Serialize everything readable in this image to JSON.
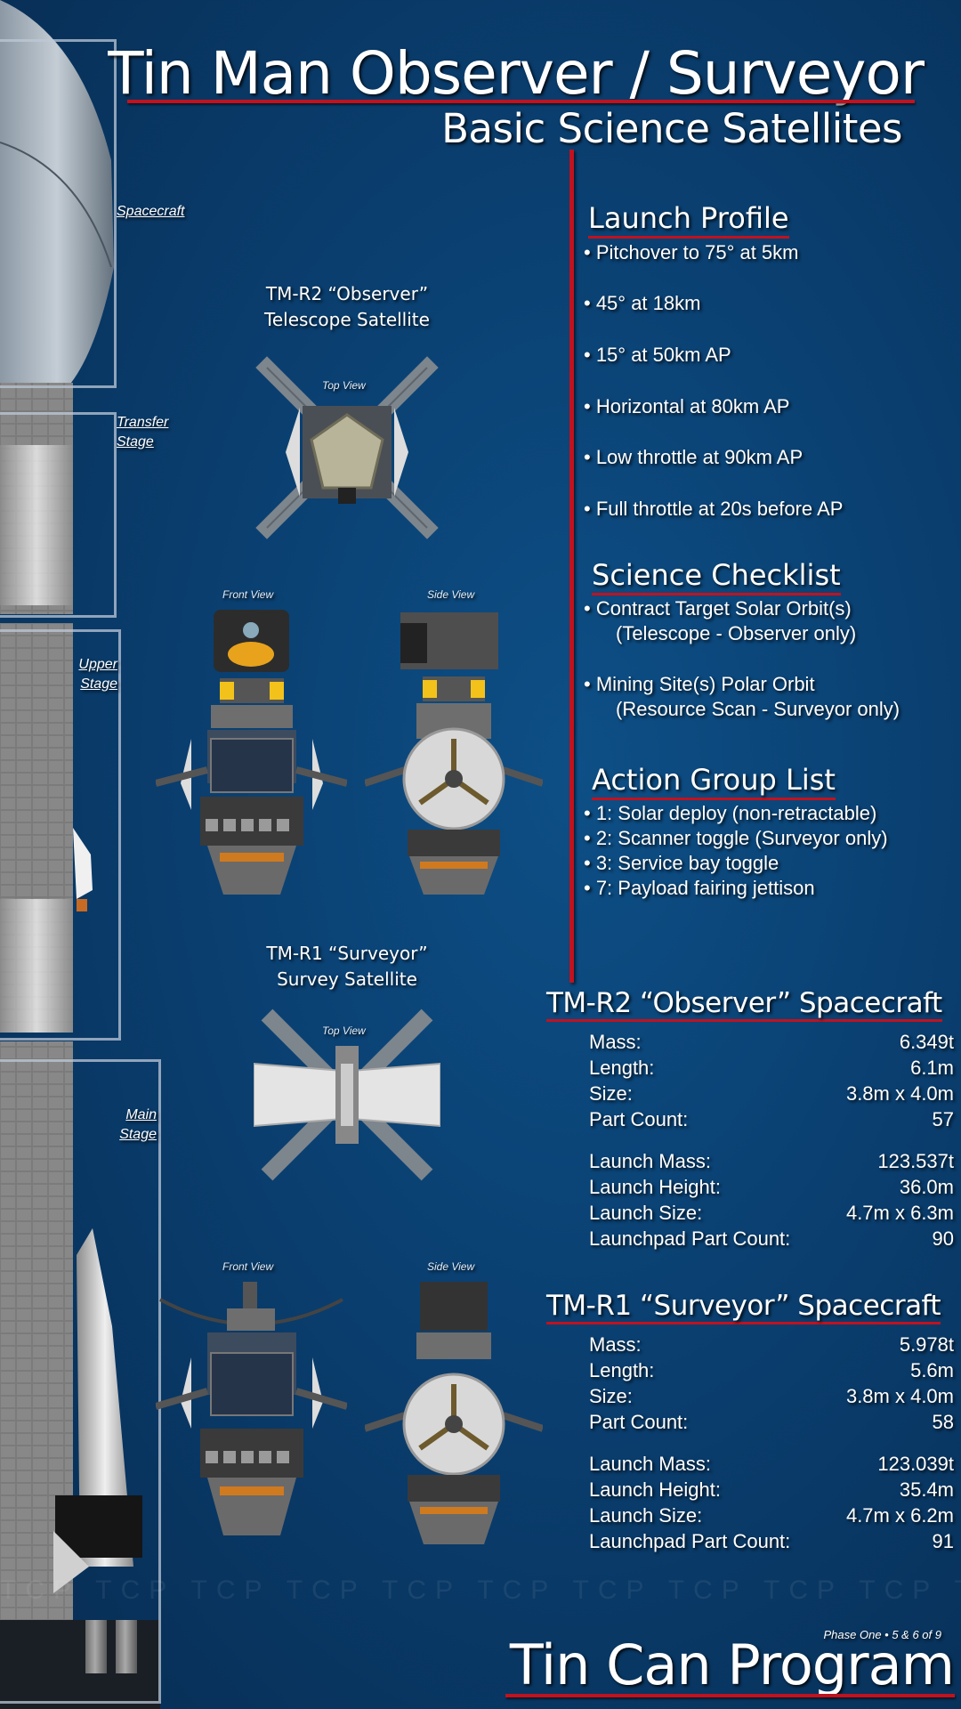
{
  "header": {
    "title": "Tin Man Observer / Surveyor",
    "subtitle": "Basic Science Satellites"
  },
  "stages": [
    {
      "label": "Spacecraft"
    },
    {
      "label": "Transfer Stage"
    },
    {
      "label": "Upper Stage"
    },
    {
      "label": "Main Stage"
    }
  ],
  "observer_figure": {
    "title_line1": "TM-R2 “Observer”",
    "title_line2": "Telescope Satellite",
    "top_view": "Top View",
    "front_view": "Front View",
    "side_view": "Side View"
  },
  "surveyor_figure": {
    "title_line1": "TM-R1 “Surveyor”",
    "title_line2": "Survey Satellite",
    "top_view": "Top View",
    "front_view": "Front View",
    "side_view": "Side View"
  },
  "launch_profile": {
    "heading": "Launch Profile",
    "items": [
      "• Pitchover to 75° at 5km",
      "• 45° at 18km",
      "• 15° at 50km AP",
      "• Horizontal at 80km AP",
      "• Low throttle at 90km AP",
      "• Full throttle at 20s before AP"
    ]
  },
  "science_checklist": {
    "heading": "Science Checklist",
    "items": [
      {
        "line": "• Contract Target Solar Orbit(s)",
        "sub": "(Telescope - Observer only)"
      },
      {
        "line": "• Mining Site(s) Polar Orbit",
        "sub": "(Resource Scan - Surveyor only)"
      }
    ]
  },
  "action_groups": {
    "heading": "Action Group List",
    "items": [
      "• 1: Solar deploy (non-retractable)",
      "• 2: Scanner toggle (Surveyor only)",
      "• 3: Service bay toggle",
      "• 7: Payload fairing jettison"
    ]
  },
  "observer_specs": {
    "heading": "TM-R2 “Observer” Spacecraft",
    "rows": [
      {
        "label": "Mass:",
        "value": "6.349t"
      },
      {
        "label": "Length:",
        "value": "6.1m"
      },
      {
        "label": "Size:",
        "value": "3.8m x 4.0m"
      },
      {
        "label": "Part Count:",
        "value": "57"
      }
    ],
    "launch_rows": [
      {
        "label": "Launch Mass:",
        "value": "123.537t"
      },
      {
        "label": "Launch Height:",
        "value": "36.0m"
      },
      {
        "label": "Launch Size:",
        "value": "4.7m x 6.3m"
      },
      {
        "label": "Launchpad Part Count:",
        "value": "90"
      }
    ]
  },
  "surveyor_specs": {
    "heading": "TM-R1 “Surveyor” Spacecraft",
    "rows": [
      {
        "label": "Mass:",
        "value": "5.978t"
      },
      {
        "label": "Length:",
        "value": "5.6m"
      },
      {
        "label": "Size:",
        "value": "3.8m x 4.0m"
      },
      {
        "label": "Part Count:",
        "value": "58"
      }
    ],
    "launch_rows": [
      {
        "label": "Launch Mass:",
        "value": "123.039t"
      },
      {
        "label": "Launch Height:",
        "value": "35.4m"
      },
      {
        "label": "Launch Size:",
        "value": "4.7m x 6.2m"
      },
      {
        "label": "Launchpad Part Count:",
        "value": "91"
      }
    ]
  },
  "watermark": "TCP TCP TCP TCP TCP TCP TCP TCP TCP TCP TCP TCP TCP TCP TCP",
  "footer": {
    "phase": "Phase One • 5 & 6 of 9",
    "brand": "Tin Can Program"
  },
  "colors": {
    "background": "#0a3f70",
    "accent": "#c1121f"
  }
}
